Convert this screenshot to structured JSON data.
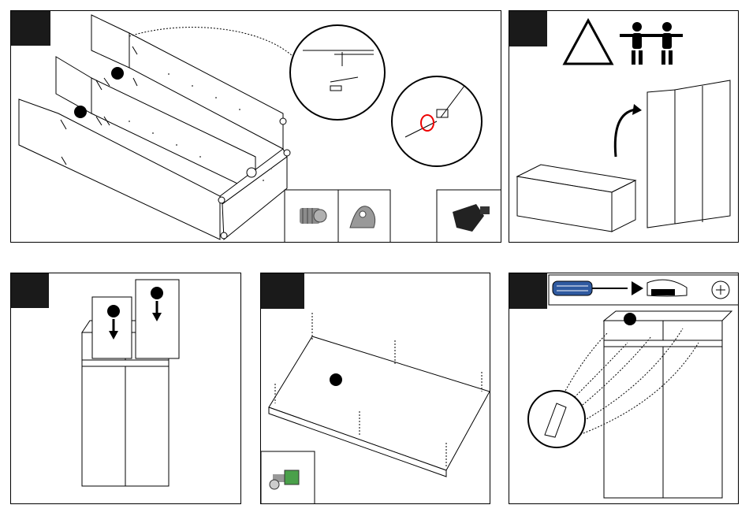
{
  "steps": [
    {
      "number": ""
    },
    {
      "number": ""
    },
    {
      "number": ""
    },
    {
      "number": ""
    },
    {
      "number": ""
    }
  ],
  "hardware": [
    "cam-bolt",
    "shelf-clip",
    "shelf-support-pin",
    "connector-bolt"
  ],
  "tools": [
    "screwdriver-icon",
    "tighten-clockwise-icon"
  ],
  "warnings": [
    "warning-triangle-icon",
    "two-person-lift-icon"
  ]
}
